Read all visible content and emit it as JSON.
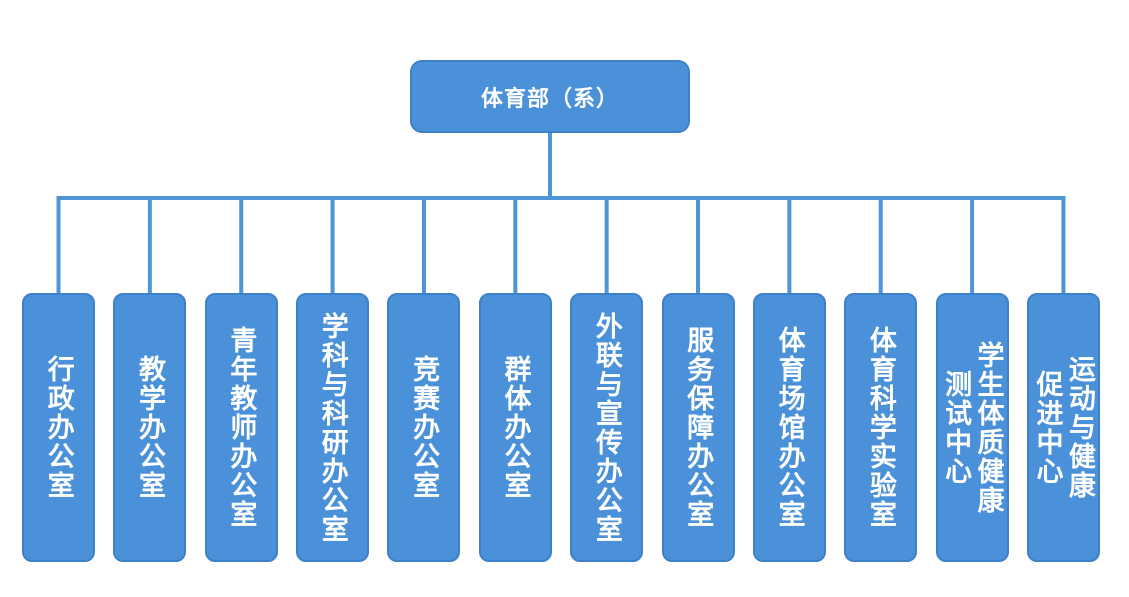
{
  "org_chart": {
    "root": {
      "label": "体育部（系）"
    },
    "children": [
      {
        "label": "行政办公室"
      },
      {
        "label": "教学办公室"
      },
      {
        "label": "青年教师办公室"
      },
      {
        "label": "学科与科研办公室"
      },
      {
        "label": "竞赛办公室"
      },
      {
        "label": "群体办公室"
      },
      {
        "label": "外联与宣传办公室"
      },
      {
        "label": "服务保障办公室"
      },
      {
        "label": "体育场馆办公室"
      },
      {
        "label": "体育科学实验室"
      },
      {
        "label": "学生体质健康\n测试中心"
      },
      {
        "label": "运动与健康\n促进中心"
      }
    ],
    "colors": {
      "box_fill": "#4A91D9",
      "box_border": "#3E81C8",
      "connector": "#4E94D6",
      "text": "#FFFFFF",
      "background": "#FFFFFF"
    }
  }
}
